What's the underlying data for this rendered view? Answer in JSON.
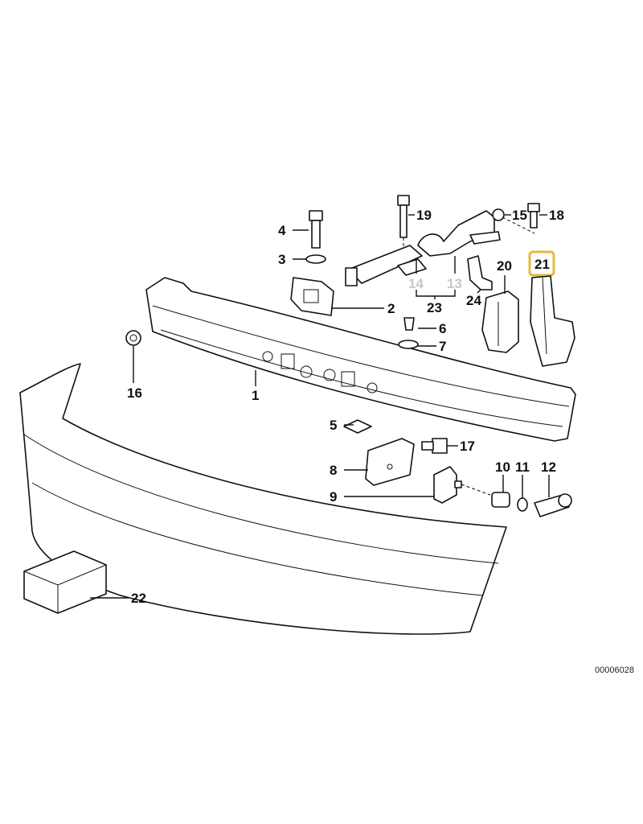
{
  "diagram": {
    "code": "00006028",
    "highlight_color": "#e8b83a",
    "labels": {
      "p1": "1",
      "p2": "2",
      "p3": "3",
      "p4": "4",
      "p5": "5",
      "p6": "6",
      "p7": "7",
      "p8": "8",
      "p9": "9",
      "p10": "10",
      "p11": "11",
      "p12": "12",
      "p13": "13",
      "p14": "14",
      "p15": "15",
      "p16": "16",
      "p17": "17",
      "p18": "18",
      "p19": "19",
      "p20": "20",
      "p21": "21",
      "p22": "22",
      "p23": "23",
      "p24": "24"
    },
    "highlighted_part": "21",
    "grayed_parts": [
      "13",
      "14"
    ]
  }
}
